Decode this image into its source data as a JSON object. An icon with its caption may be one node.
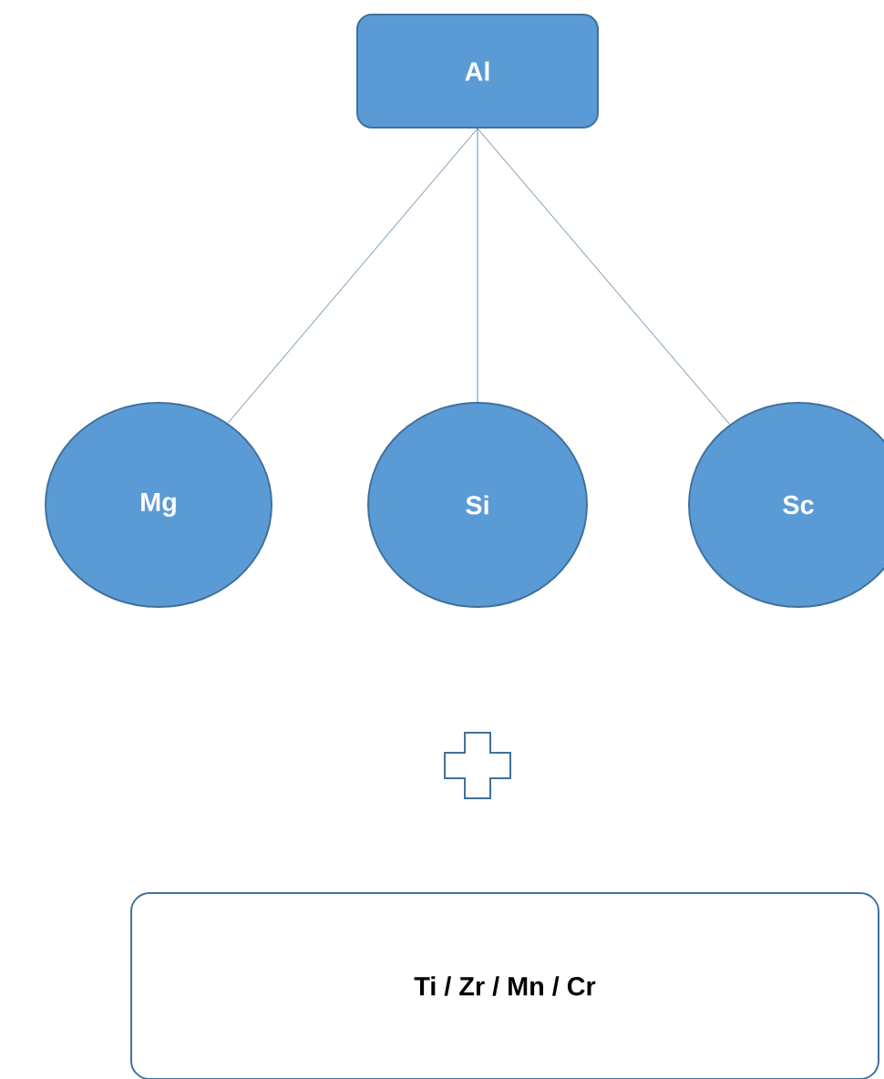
{
  "diagram": {
    "nodes": [
      {
        "text": [
          "Al"
        ]
      },
      {
        "text": [
          "Mg"
        ]
      },
      {
        "text": [
          "Si"
        ]
      },
      {
        "text": [
          "Sc"
        ]
      },
      {
        "text": [
          "Ti / Zr / Mn / Cr"
        ]
      }
    ],
    "edges": [
      {
        "from": 0,
        "to": 1,
        "arrow": "none"
      },
      {
        "from": 0,
        "to": 2,
        "arrow": "none"
      },
      {
        "from": 0,
        "to": 3,
        "arrow": "none"
      }
    ]
  }
}
